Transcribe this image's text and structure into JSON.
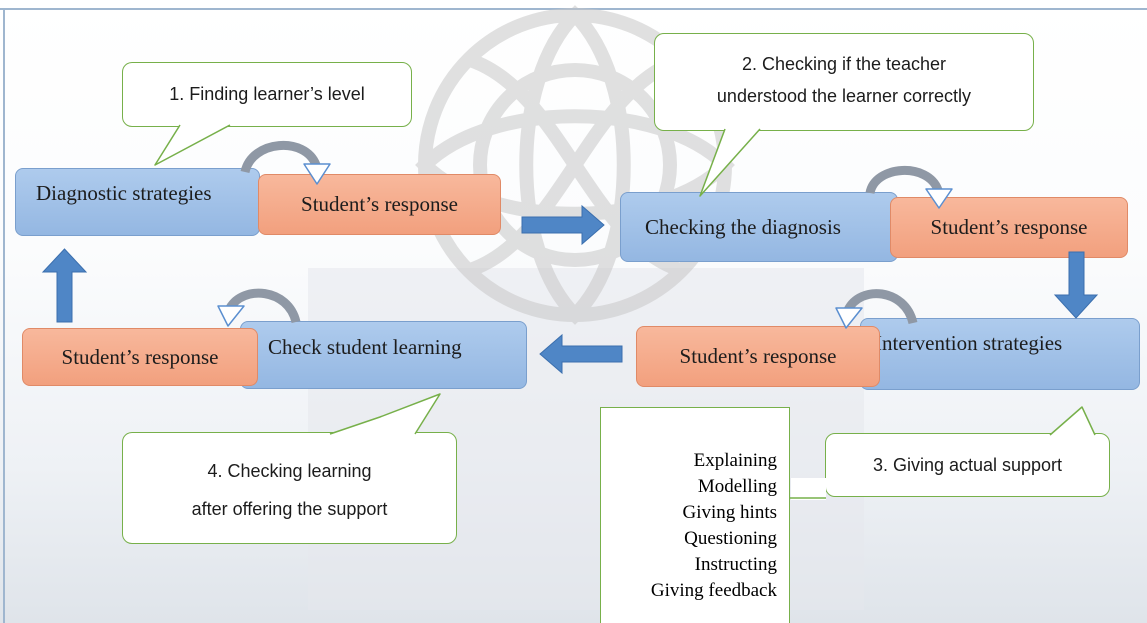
{
  "nodes": {
    "diagnostic": "Diagnostic strategies",
    "checking_diagnosis": "Checking the diagnosis",
    "intervention": "Intervention strategies",
    "check_learning": "Check student learning",
    "student_response": "Student’s response"
  },
  "callouts": {
    "finding_level": "1. Finding learner’s level",
    "checking_understood_line1": "2. Checking if the teacher",
    "checking_understood_line2": "understood the learner correctly",
    "giving_support": "3. Giving actual support",
    "checking_learning_line1": "4. Checking learning",
    "checking_learning_line2": "after offering the support"
  },
  "support_list": [
    "Explaining",
    "Modelling",
    "Giving hints",
    "Questioning",
    "Instructing",
    "Giving feedback"
  ],
  "colors": {
    "node_blue": "#9ebfe8",
    "response_orange": "#f5a98a",
    "arrow_blue": "#4f86c6",
    "callout_border": "#77b04a"
  }
}
